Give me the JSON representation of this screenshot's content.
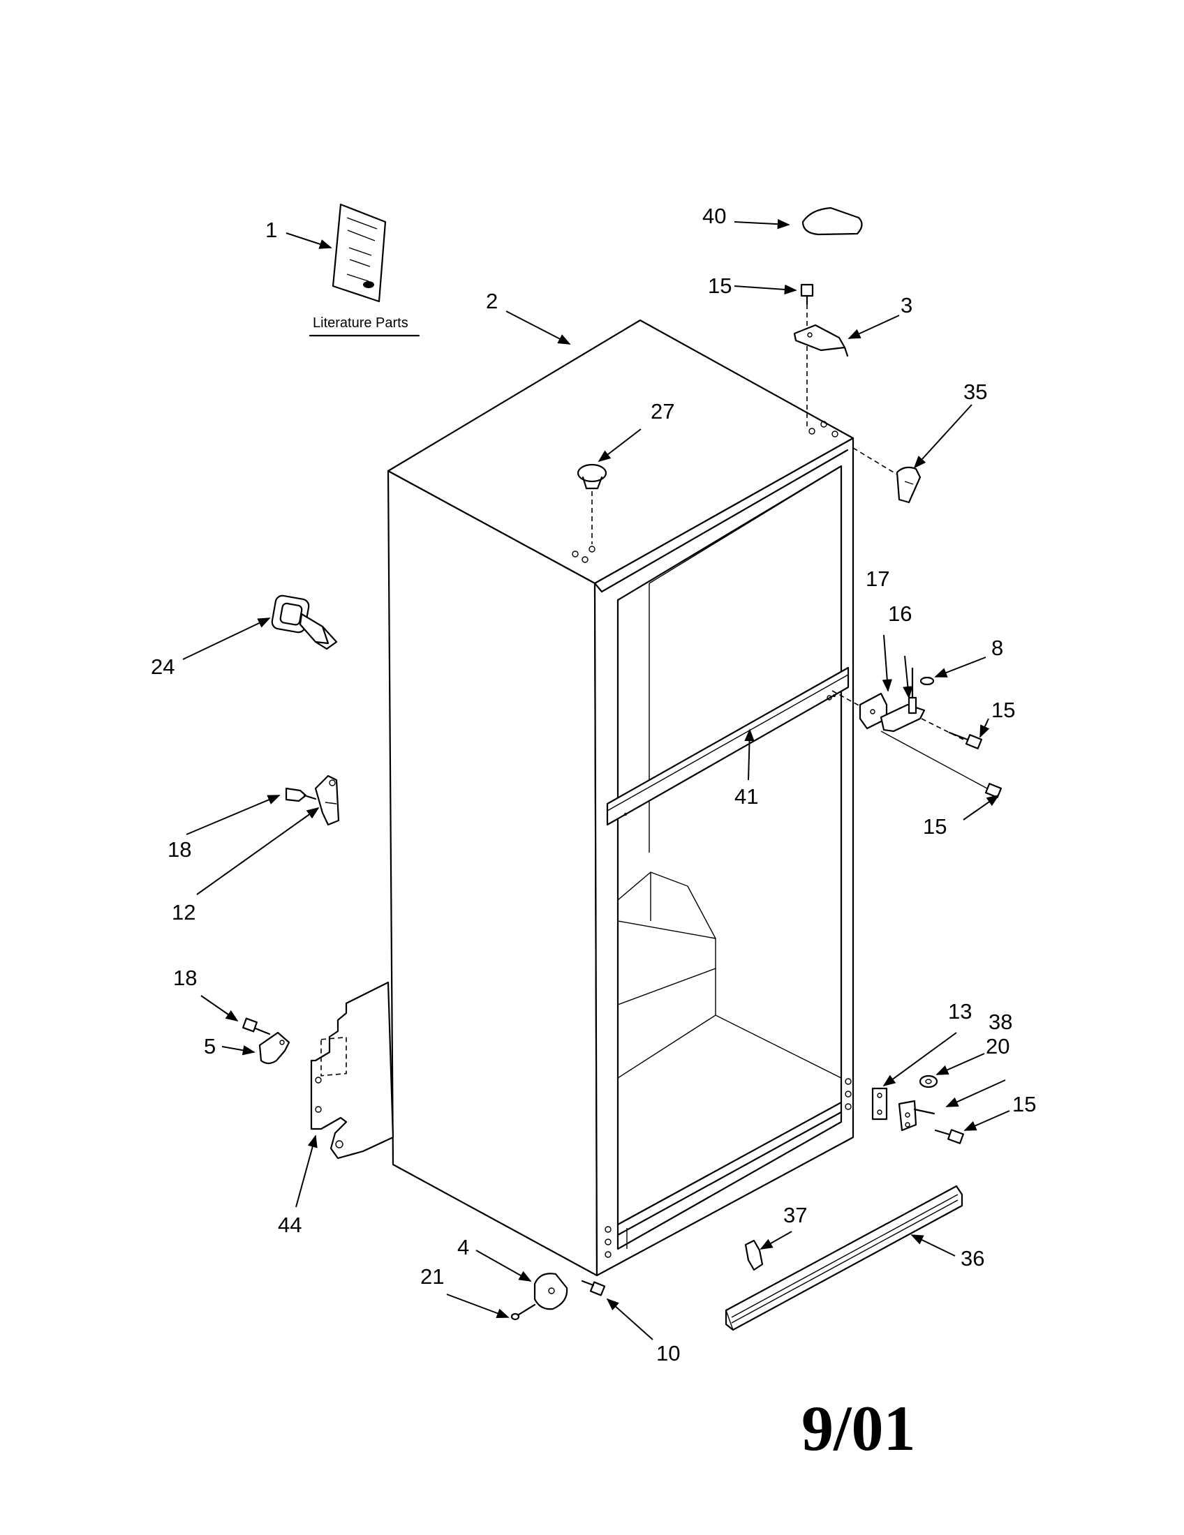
{
  "literature_label": "Literature Parts",
  "date_stamp": "9/01",
  "callouts": {
    "c1": "1",
    "c2": "2",
    "c3": "3",
    "c4": "4",
    "c5": "5",
    "c8": "8",
    "c10": "10",
    "c12": "12",
    "c13": "13",
    "c15a": "15",
    "c15b": "15",
    "c15c": "15",
    "c15d": "15",
    "c16": "16",
    "c17": "17",
    "c18a": "18",
    "c18b": "18",
    "c20": "20",
    "c21": "21",
    "c24": "24",
    "c27": "27",
    "c35": "35",
    "c36": "36",
    "c37": "37",
    "c38": "38",
    "c40": "40",
    "c41": "41",
    "c44": "44"
  }
}
